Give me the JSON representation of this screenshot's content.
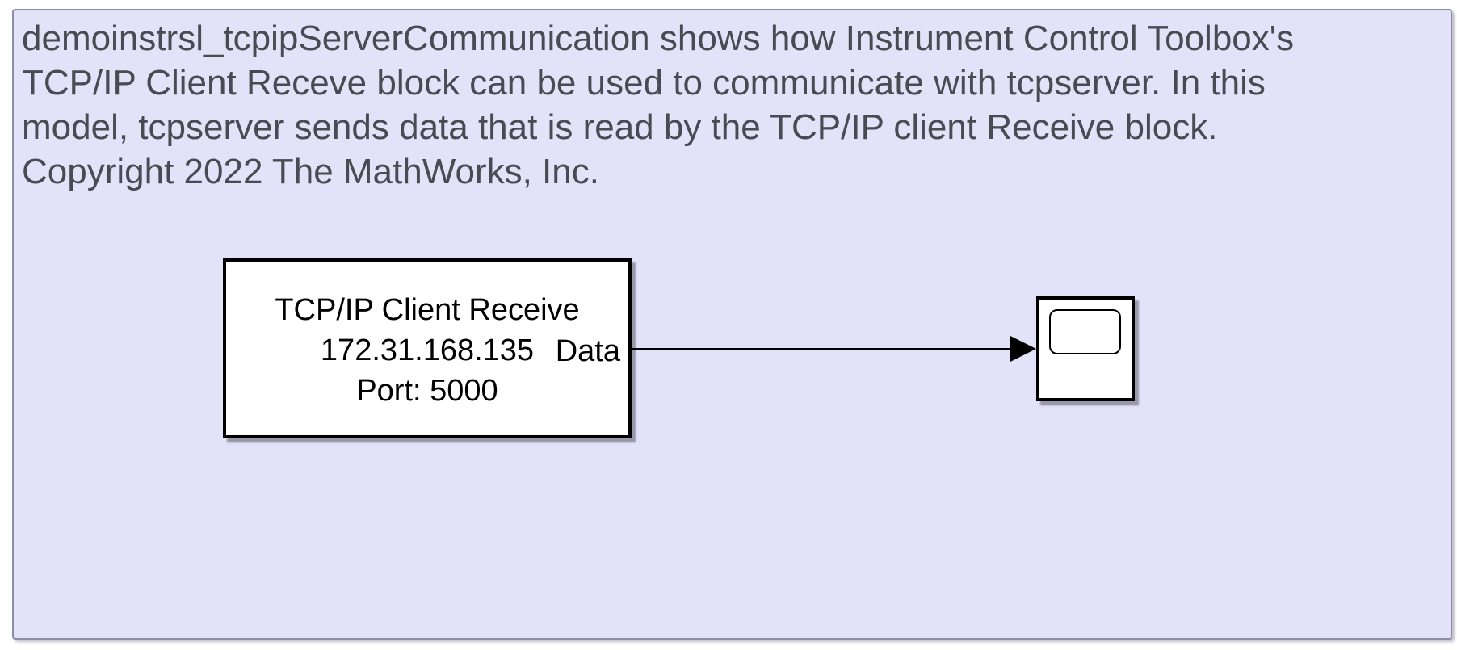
{
  "colors": {
    "canvas_bg": "#ffffff",
    "annotation_bg": "#e2e2f8",
    "annotation_border": "#8c8ca4",
    "annotation_text": "#4a4a52",
    "block_bg": "#ffffff",
    "block_border": "#000000",
    "wire": "#000000"
  },
  "annotation": {
    "lines": [
      "demoinstrsl_tcpipServerCommunication shows how Instrument Control Toolbox's",
      "TCP/IP Client Receve block can be used to communicate with tcpserver. In this",
      "model, tcpserver sends data that is read by the TCP/IP client Receive block.",
      "Copyright 2022 The MathWorks, Inc."
    ]
  },
  "tcpip_block": {
    "title": "TCP/IP Client Receive",
    "address": "172.31.168.135",
    "port": "Port: 5000",
    "output_port_label": "Data"
  }
}
